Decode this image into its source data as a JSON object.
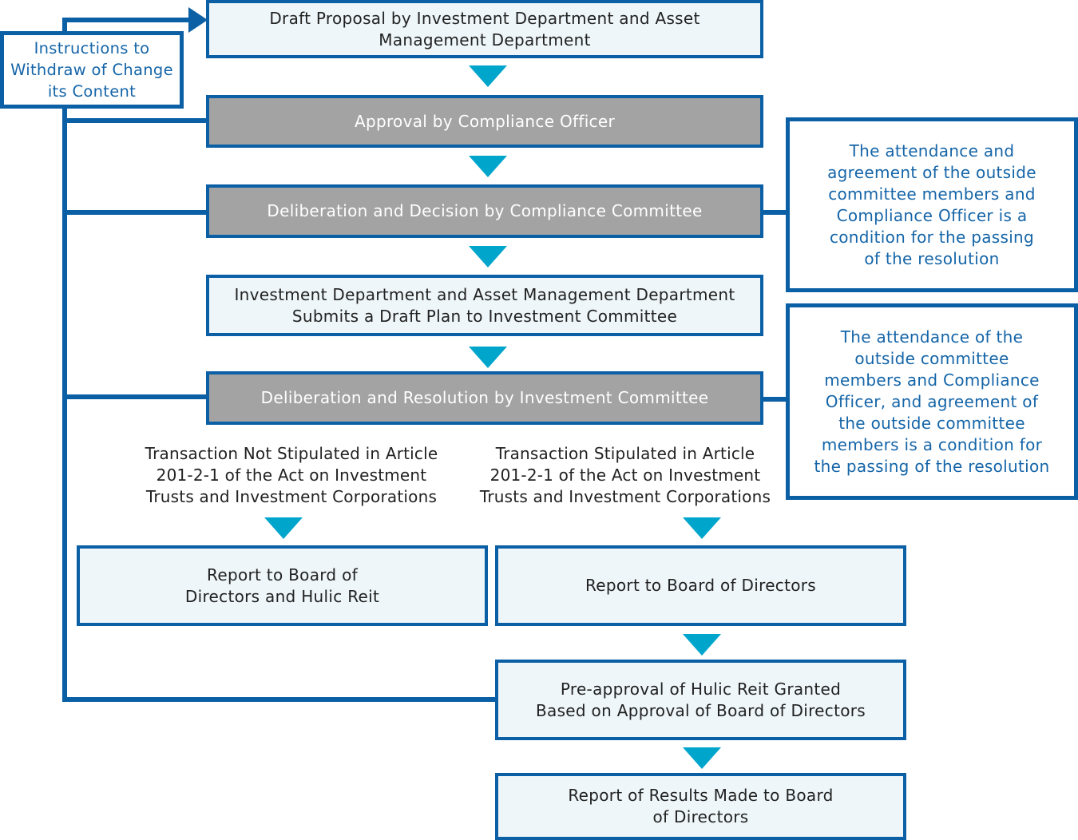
{
  "flow": {
    "draft_proposal": "Draft Proposal by Investment Department and Asset\nManagement Department",
    "compliance_officer_approval": "Approval by Compliance Officer",
    "compliance_committee": "Deliberation and Decision by Compliance Committee",
    "draft_plan_submission": "Investment Department and Asset Management Department\nSubmits a Draft Plan to Investment Committee",
    "investment_committee": "Deliberation and Resolution by Investment Committee",
    "report_board_and_reit": "Report to Board of\nDirectors and Hulic Reit",
    "report_board": "Report to Board of Directors",
    "pre_approval": "Pre-approval of Hulic Reit Granted\nBased on Approval of Board of Directors",
    "report_results": "Report of Results Made to Board\nof Directors"
  },
  "branches": {
    "not_stipulated": "Transaction Not Stipulated in Article\n201-2-1 of the Act on Investment\nTrusts and Investment Corporations",
    "stipulated": "Transaction Stipulated in Article\n201-2-1 of the Act on Investment\nTrusts and Investment Corporations"
  },
  "notes": {
    "withdraw_instructions": "Instructions to\nWithdraw of Change\nits Content",
    "compliance_committee_condition": "The attendance and\nagreement of the outside\ncommittee members and\nCompliance Officer is a\ncondition for the passing\nof the resolution",
    "investment_committee_condition": "The attendance of the\noutside committee\nmembers and Compliance\nOfficer, and agreement of\nthe outside committee\nmembers is a condition for\nthe passing of the resolution"
  },
  "colors": {
    "border": "#0a5fa5",
    "arrow": "#00a5cc",
    "gray_box": "#a3a3a3",
    "light_box": "#eef6fa",
    "note_text": "#1565a8"
  }
}
